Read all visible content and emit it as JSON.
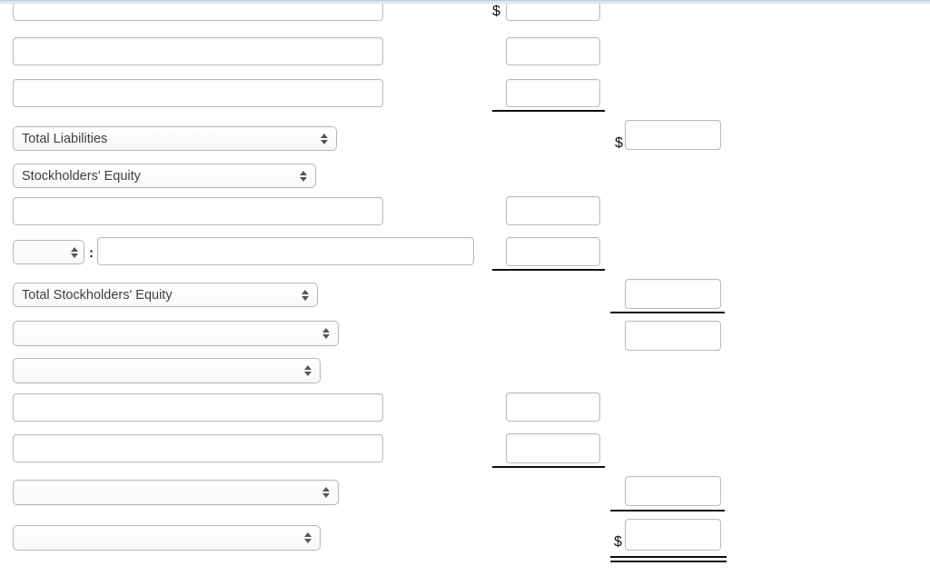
{
  "rows": {
    "line1": {
      "description_value": "",
      "currency": "$",
      "amount_value": ""
    },
    "line2": {
      "description_value": "",
      "amount_value": ""
    },
    "line3": {
      "description_value": "",
      "amount_value": ""
    },
    "line4": {
      "select_value": "Total Liabilities",
      "currency": "$",
      "amount_value": ""
    },
    "line5": {
      "select_value": "Stockholders' Equity"
    },
    "line6": {
      "description_value": "",
      "amount_value": ""
    },
    "line7": {
      "select_value": "",
      "separator": ":",
      "description_value": "",
      "amount_value": ""
    },
    "line8": {
      "select_value": "Total Stockholders' Equity",
      "amount_value": ""
    },
    "line9": {
      "select_value": "",
      "amount_value": ""
    },
    "line10": {
      "select_value": ""
    },
    "line11": {
      "description_value": "",
      "amount_value": ""
    },
    "line12": {
      "description_value": "",
      "amount_value": ""
    },
    "line13": {
      "select_value": "",
      "amount_value": ""
    },
    "line14": {
      "select_value": "",
      "currency": "$",
      "amount_value": ""
    }
  }
}
